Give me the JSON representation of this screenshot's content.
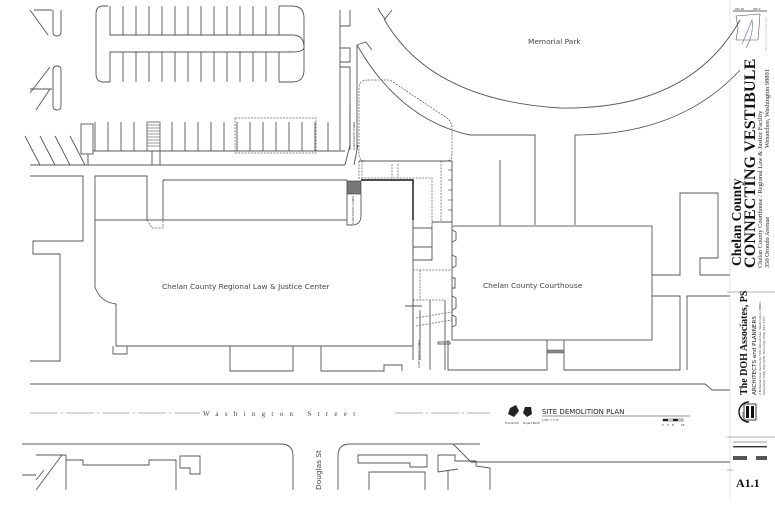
{
  "drawing": {
    "labels": {
      "memorial_park": "Memorial Park",
      "law_justice_center": "Chelan County Regional Law & Justice Center",
      "courthouse": "Chelan County Courthouse",
      "washington_street": "Washington Street",
      "douglas_st": "Douglas St",
      "public_access": "PUBLIC ACCESS PATH"
    },
    "plan_block": {
      "title": "SITE DEMOLITION PLAN",
      "scale": "1/16\" = 1'-0\"",
      "true_north": "True North",
      "project_north": "Project North",
      "scale_bar_ticks": [
        "0",
        "4'",
        "8'",
        "16'"
      ]
    }
  },
  "title_block": {
    "project_line1": "Chelan County",
    "project_line2": "CONNECTING VESTIBULE",
    "project_line3": "Chelan County Courthouse / Regional Law & Justice Facility",
    "address_left": "350 Orondo Avenue",
    "address_right": "Wenatchee, Washington 98801",
    "firm_name": "The DOH Associates, PS",
    "firm_tagline": "ARCHITECTS and PLANNERS",
    "firm_address": "2 N Wenatchee Ave Suite 500, Wenatchee, Washington 98801",
    "firm_phone": "Telephone (509) 662-4781   Facsimile (509) 663-3353",
    "logo_text": "DOH",
    "sheet_number": "A1.1"
  }
}
